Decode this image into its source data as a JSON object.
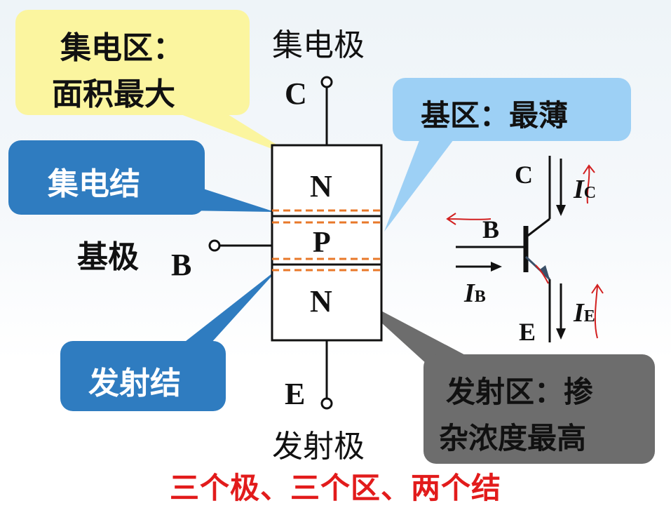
{
  "callouts": {
    "collector_region_line1": "集电区：",
    "collector_region_line2": "面积最大",
    "collector_junction": "集电结",
    "base_region": "基区：最薄",
    "emitter_junction": "发射结",
    "emitter_region_line1": "发射区：掺",
    "emitter_region_line2": "杂浓度最高"
  },
  "terminals": {
    "collector_name": "集电极",
    "collector_letter": "C",
    "base_name": "基极",
    "base_letter": "B",
    "emitter_name": "发射极",
    "emitter_letter": "E"
  },
  "layers": [
    "N",
    "P",
    "N"
  ],
  "symbol": {
    "c_label": "C",
    "b_label": "B",
    "e_label": "E",
    "ic": "I",
    "ic_sub": "C",
    "ib": "I",
    "ib_sub": "B",
    "ie": "I",
    "ie_sub": "E"
  },
  "footer": "三个极、三个区、两个结",
  "colors": {
    "yellow_callout": "#fbf59f",
    "lightblue_callout": "#9dd0f5",
    "blue_callout": "#2f7cc0",
    "gray_callout": "#6d6d6d",
    "junction_dash": "#e8782a",
    "footer_red": "#e21b1b",
    "annotation_red": "#d21f1f"
  }
}
